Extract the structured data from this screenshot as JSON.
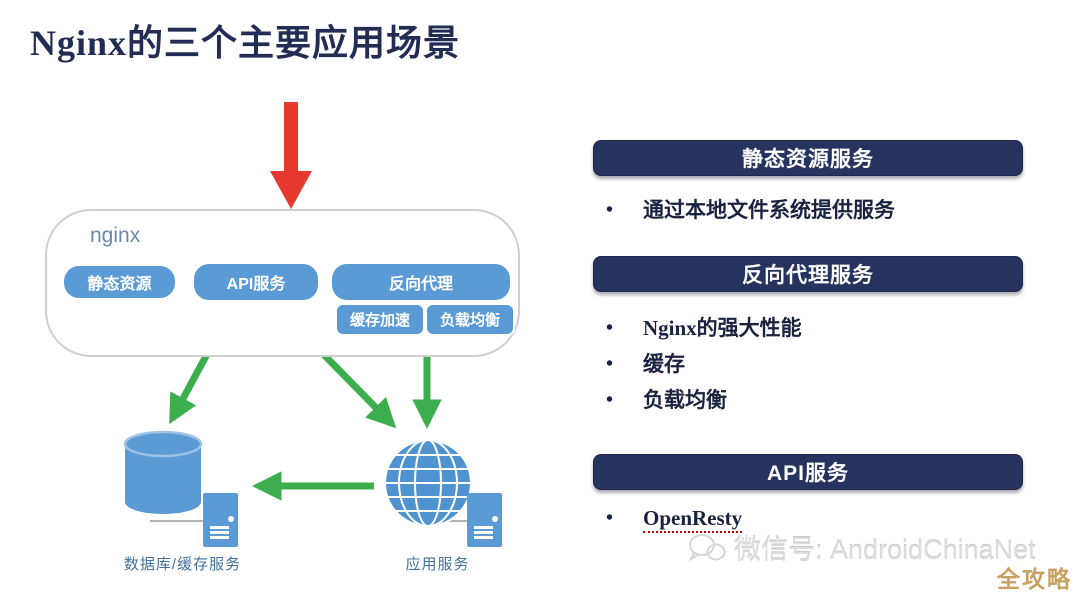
{
  "page": {
    "title": "Nginx的三个主要应用场景"
  },
  "colors": {
    "title_navy": "#222c54",
    "header_bar_navy": "#27335f",
    "button_blue": "#5b9bd5",
    "arrow_green": "#3cae4e",
    "arrow_red": "#e8392e",
    "node_label_blue": "#41719c",
    "nginx_label_blue": "#6b88ab",
    "openresty_underline_red": "#c00000",
    "watermark_gray": "#dcdcdc",
    "brand_gold": "#c9a063"
  },
  "diagram": {
    "nginx_label": "nginx",
    "buttons": {
      "static": "静态资源",
      "api": "API服务",
      "reverse_proxy": "反向代理",
      "cache": "缓存加速",
      "load_balance": "负载均衡"
    },
    "nodes": {
      "database_label": "数据库/缓存服务",
      "app_label": "应用服务"
    }
  },
  "panel": {
    "sections": [
      {
        "title": "静态资源服务",
        "bullets": [
          "通过本地文件系统提供服务"
        ]
      },
      {
        "title": "反向代理服务",
        "bullets": [
          "Nginx的强大性能",
          "缓存",
          "负载均衡"
        ]
      },
      {
        "title": "API服务",
        "bullets": [
          "OpenResty"
        ]
      }
    ]
  },
  "watermark": {
    "wechat_text": "微信号: AndroidChinaNet",
    "brand_text": "全攻略"
  }
}
